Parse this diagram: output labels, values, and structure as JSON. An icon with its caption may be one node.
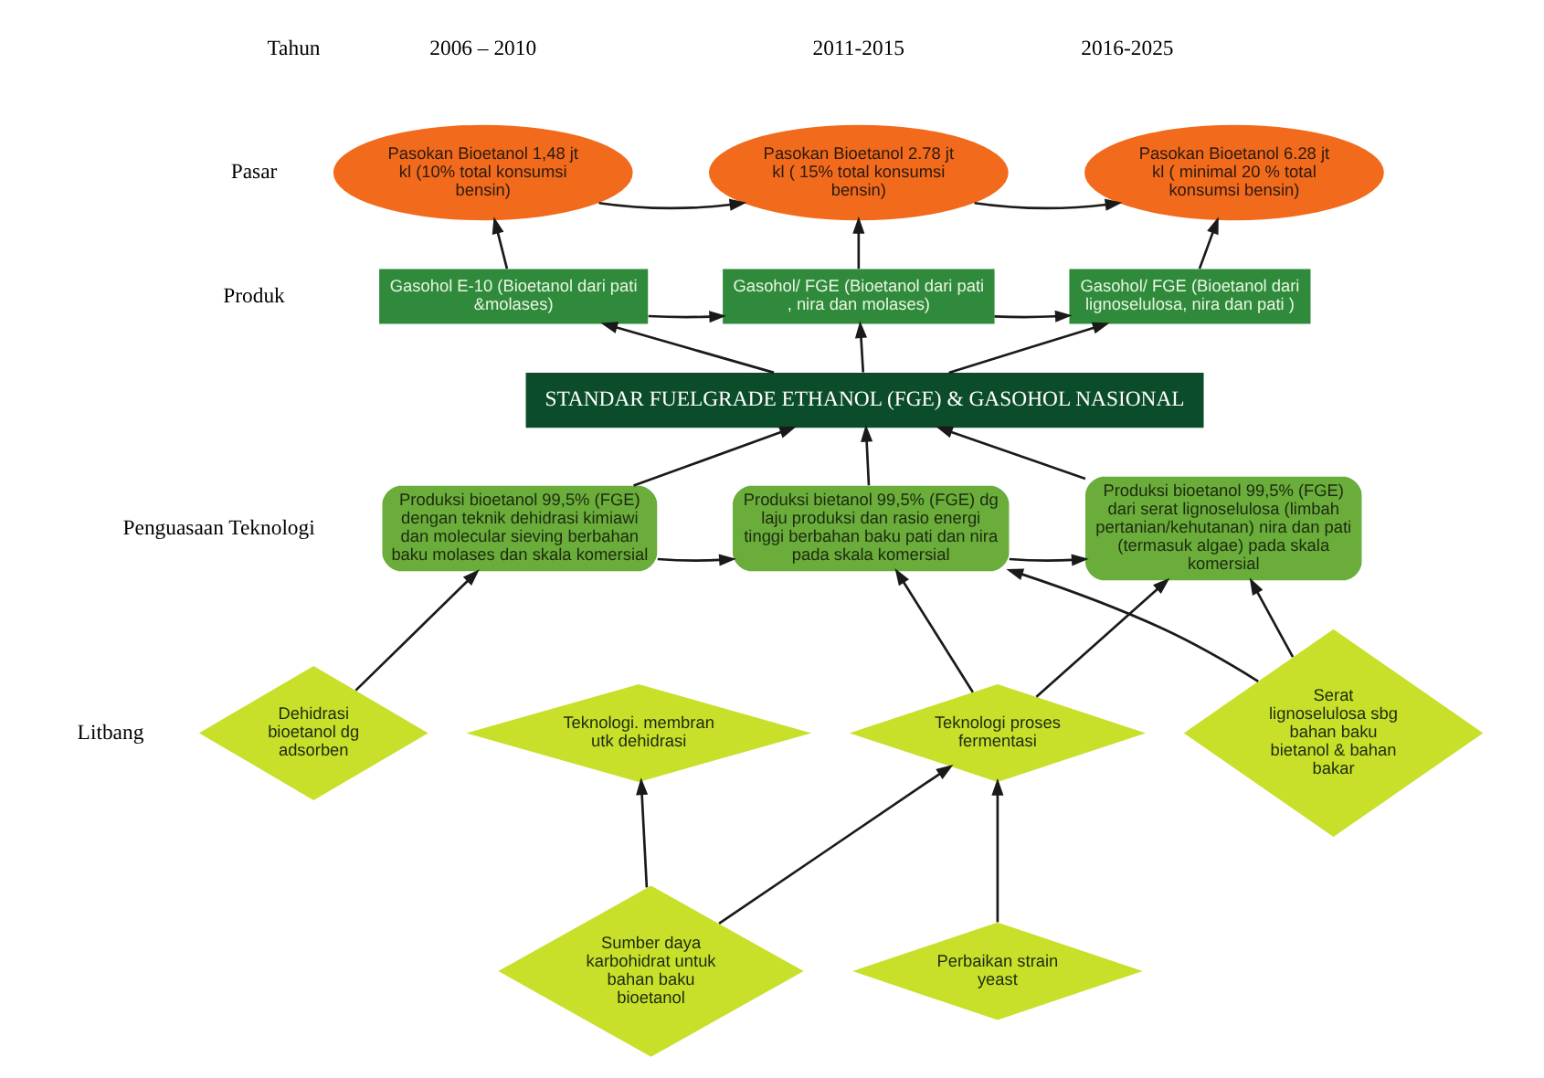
{
  "diagram": {
    "nodes": [
      {
        "text": [
          "Pasokan Bioetanol 1,48 jt kl (10% total konsumsi bensin)"
        ]
      },
      {
        "text": [
          "Pasokan Bioetanol 2.78 jt kl ( 15% total konsumsi bensin)"
        ]
      },
      {
        "text": [
          "Pasokan Bioetanol 6.28 jt kl ( minimal 20 % total konsumsi bensin)"
        ]
      },
      {
        "text": [
          "Gasohol E-10 (Bioetanol dari pati &molases)"
        ]
      },
      {
        "text": [
          "Gasohol/ FGE (Bioetanol dari pati , nira dan molases)"
        ]
      },
      {
        "text": [
          "Gasohol/ FGE (Bioetanol dari lignoselulosa, nira dan pati )"
        ]
      },
      {
        "text": [
          "STANDAR FUELGRADE ETHANOL (FGE) & GASOHOL NASIONAL"
        ]
      },
      {
        "text": [
          "Produksi bioetanol 99,5% (FGE) dengan teknik dehidrasi kimiawi dan molecular sieving berbahan baku molases dan skala komersial"
        ]
      },
      {
        "text": [
          "Produksi bietanol 99,5% (FGE) dg laju produksi dan rasio energi tinggi berbahan baku pati dan nira pada skala komersial"
        ]
      },
      {
        "text": [
          "Produksi bioetanol 99,5% (FGE) dari serat lignoselulosa (limbah pertanian/kehutanan) nira dan pati (termasuk algae) pada skala komersial"
        ]
      },
      {
        "text": [
          "Dehidrasi bioetanol dg adsorben"
        ]
      },
      {
        "text": [
          "Teknologi. membran utk dehidrasi"
        ]
      },
      {
        "text": [
          "Sumber daya karbohidrat untuk bahan baku bioetanol"
        ]
      },
      {
        "text": [
          "Teknologi proses fermentasi"
        ]
      },
      {
        "text": [
          "Perbaikan strain yeast"
        ]
      },
      {
        "text": [
          "Serat lignoselulosa sbg bahan baku bietanol & bahan bakar"
        ]
      }
    ],
    "edges": [
      {
        "from": 0,
        "to": 1,
        "arrow": "to"
      },
      {
        "from": 1,
        "to": 2,
        "arrow": "to"
      },
      {
        "from": 3,
        "to": 0,
        "arrow": "to"
      },
      {
        "from": 4,
        "to": 1,
        "arrow": "to"
      },
      {
        "from": 5,
        "to": 2,
        "arrow": "to"
      },
      {
        "from": 3,
        "to": 4,
        "arrow": "to"
      },
      {
        "from": 4,
        "to": 5,
        "arrow": "to"
      },
      {
        "from": 6,
        "to": 3,
        "arrow": "to"
      },
      {
        "from": 6,
        "to": 4,
        "arrow": "to"
      },
      {
        "from": 6,
        "to": 5,
        "arrow": "to"
      },
      {
        "from": 7,
        "to": 6,
        "arrow": "to"
      },
      {
        "from": 8,
        "to": 6,
        "arrow": "to"
      },
      {
        "from": 9,
        "to": 6,
        "arrow": "to"
      },
      {
        "from": 7,
        "to": 8,
        "arrow": "to"
      },
      {
        "from": 8,
        "to": 9,
        "arrow": "to"
      },
      {
        "from": 10,
        "to": 7,
        "arrow": "to"
      },
      {
        "from": 12,
        "to": 11,
        "arrow": "to"
      },
      {
        "from": 12,
        "to": 13,
        "arrow": "to"
      },
      {
        "from": 14,
        "to": 13,
        "arrow": "to"
      },
      {
        "from": 13,
        "to": 8,
        "arrow": "to"
      },
      {
        "from": 13,
        "to": 9,
        "arrow": "to"
      },
      {
        "from": 15,
        "to": 8,
        "arrow": "to"
      },
      {
        "from": 15,
        "to": 9,
        "arrow": "to"
      }
    ],
    "labels": [
      "Tahun",
      "2006 – 2010",
      "2011-2015",
      "2016-2025",
      "Pasar",
      "Produk",
      "Penguasaan Teknologi",
      "Litbang"
    ]
  }
}
